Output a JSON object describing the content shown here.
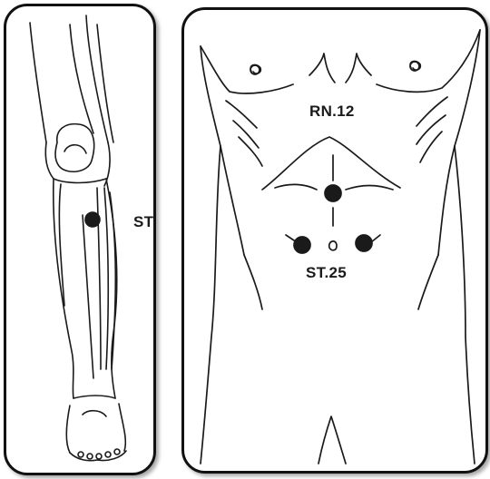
{
  "panels": {
    "leg": {
      "point_label": "ST"
    },
    "torso": {
      "upper_point_label": "RN.12",
      "lower_point_label": "ST.25"
    }
  },
  "colors": {
    "ink": "#1a1a1a",
    "frame": "#111111",
    "background": "#ffffff"
  }
}
